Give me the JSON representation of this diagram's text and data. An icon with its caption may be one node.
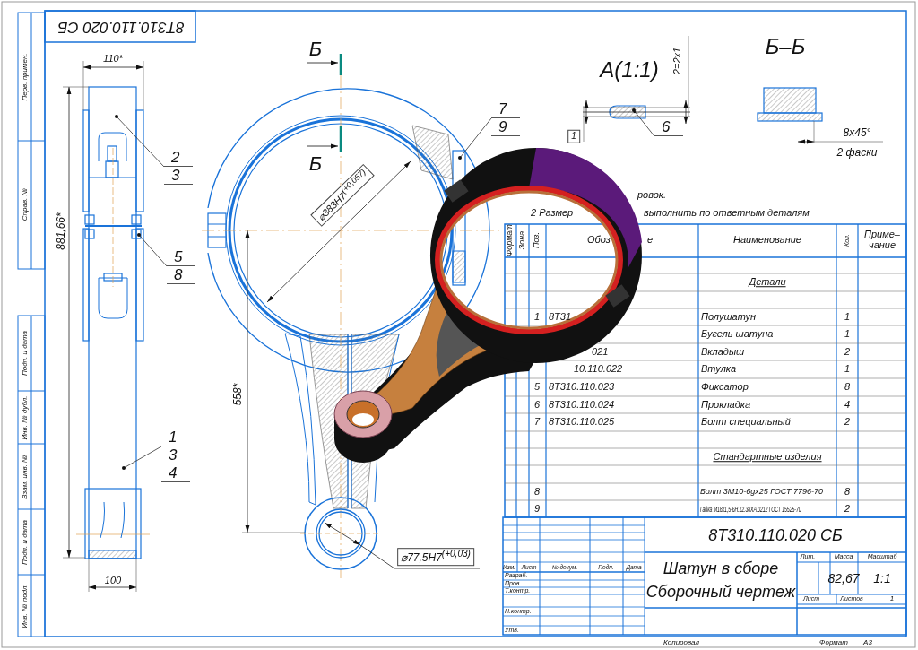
{
  "diagram": {
    "nodes": [
      {
        "text": [
          "2",
          "3"
        ]
      },
      {
        "text": [
          "5",
          "8"
        ]
      },
      {
        "text": [
          "1",
          "3",
          "4"
        ]
      },
      {
        "text": [
          "7",
          "9"
        ]
      },
      {
        "text": [
          "6"
        ]
      }
    ],
    "edges": [
      {
        "from": 0,
        "to": null,
        "arrow": "other"
      },
      {
        "from": 1,
        "to": null,
        "arrow": "other"
      },
      {
        "from": 2,
        "to": null,
        "arrow": "other"
      },
      {
        "from": 3,
        "to": null,
        "arrow": "other"
      },
      {
        "from": 4,
        "to": null,
        "arrow": "other"
      }
    ],
    "labels": [
      "8Т310.110.020 СБ",
      "Перв. примен.",
      "Справ. №",
      "Подп. и дата",
      "Инв. № дубл.",
      "Взам. инв. №",
      "Подп. и дата",
      "Инв. № подл.",
      "110*",
      "881,66*",
      "100",
      "Б",
      "Б",
      "⌀383H7$^{(+0,057)}$",
      "558*",
      "⌀77,5H7$^{(+0,03)}$",
      "А(1:1)",
      "2=2x1",
      "1",
      "Б–Б",
      "8x45°",
      "2 фаски",
      "ровок.",
      "2 Размер",
      "выполнить по ответным деталям",
      "Формат",
      "Зона",
      "Поз.",
      "Обоз",
      "е",
      "Наименование",
      "Кол.",
      "Приме– чание",
      "Детали",
      "1",
      "8Т31",
      "Полушатун",
      "1",
      "Бугель шатуна",
      "1",
      "021",
      "Вкладыш",
      "2",
      "10.110.022",
      "Втулка",
      "1",
      "5",
      "8Т310.110.023",
      "Фиксатор",
      "8",
      "6",
      "8Т310.110.024",
      "Прокладка",
      "4",
      "7",
      "8Т310.110.025",
      "Болт специальный",
      "2",
      "Стандартные изделия",
      "8",
      "Болт 3М10-6gx25 ГОСТ 7796-70",
      "8",
      "9",
      "Гайка М18х1,5-6Н.12.38ХА.0212 ГОСТ 15525-70",
      "2",
      "8Т310.110.020 СБ",
      "Шатун в сборе",
      "Сборочный чертеж",
      "Изм.",
      "Лист",
      "№ докум.",
      "Подп.",
      "Дата",
      "Разраб.",
      "Пров.",
      "Т.контр.",
      "Н.контр.",
      "Утв.",
      "Лит.",
      "Масса",
      "Масштаб",
      "82,67",
      "1:1",
      "Лист",
      "Листов",
      "1",
      "Копировал",
      "Формат",
      "А3"
    ]
  }
}
